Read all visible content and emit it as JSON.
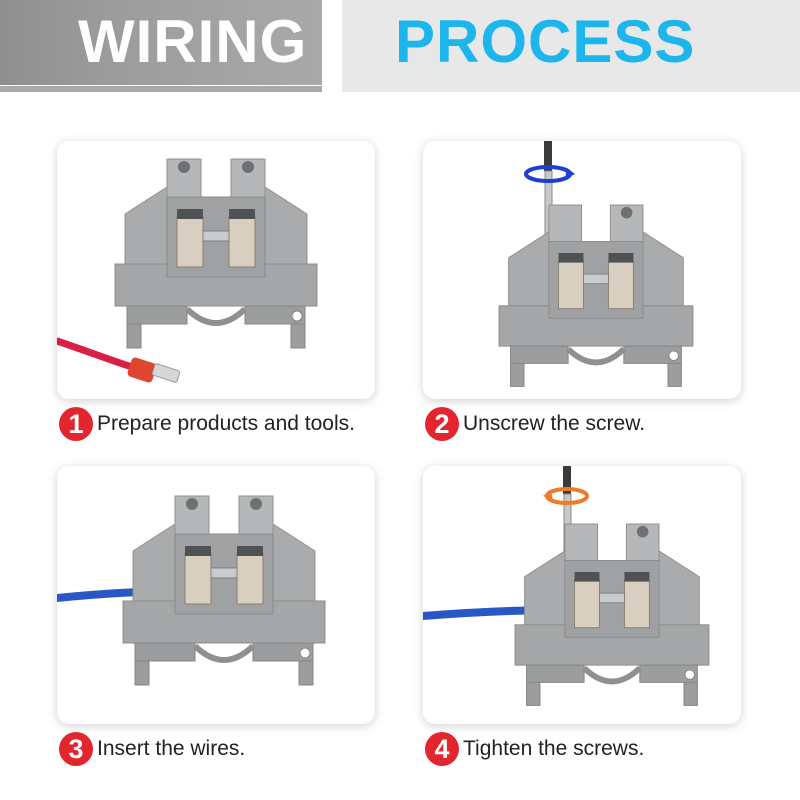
{
  "banner": {
    "left_title": "WIRING",
    "right_title": "PROCESS"
  },
  "steps": [
    {
      "number": "1",
      "text": "Prepare products and tools."
    },
    {
      "number": "2",
      "text": "Unscrew the screw."
    },
    {
      "number": "3",
      "text": "Insert the wires."
    },
    {
      "number": "4",
      "text": "Tighten the screws."
    }
  ],
  "colors": {
    "accent_blue": "#1cb6ec",
    "step_red": "#e3262d",
    "banner_gray": "#9c9c9c",
    "terminal_gray": "#a9abac",
    "wire_red": "#d81f45",
    "wire_blue": "#2a57c6",
    "rotation_blue": "#1d3fd6",
    "rotation_orange": "#f07a2a"
  }
}
